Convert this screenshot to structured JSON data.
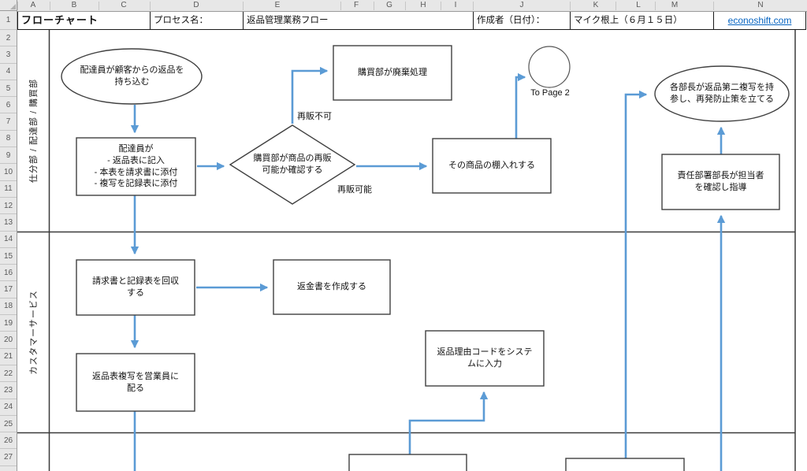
{
  "spreadsheet": {
    "column_headers": [
      "A",
      "B",
      "C",
      "D",
      "E",
      "F",
      "G",
      "H",
      "I",
      "J",
      "K",
      "L",
      "M",
      "N"
    ],
    "row_headers": [
      "1",
      "2",
      "3",
      "4",
      "5",
      "6",
      "7",
      "8",
      "9",
      "10",
      "11",
      "12",
      "13",
      "14",
      "15",
      "16",
      "17",
      "18",
      "19",
      "20",
      "21",
      "22",
      "23",
      "24",
      "25",
      "26",
      "27"
    ],
    "title_bar": {
      "title": "フローチャート",
      "process_label": "プロセス名：",
      "process_name": "返品管理業務フロー",
      "author_label": "作成者（日付）：",
      "author_value": "マイク根上（６月１５日）",
      "link": "econoshift.com"
    }
  },
  "lanes": {
    "lane1_label": "仕分部 / 配達部 / 購買部",
    "lane2_label": "カスタマーサービス"
  },
  "flowchart": {
    "start": "配達員が顧客からの返品を\n持ち込む",
    "tasks": "配達員が\n- 返品表に記入\n- 本表を請求書に添付\n- 複写を記録表に添付",
    "decision": "購買部が商品の再販\n可能か確認する",
    "decision_no": "再販不可",
    "decision_yes": "再販可能",
    "disposal": "購買部が廃棄処理",
    "to_page_2": "To Page 2",
    "shelve": "その商品の棚入れする",
    "managers": "各部長が返品第二複写を持\n参し、再発防止策を立てる",
    "chief": "責任部署部長が担当者\nを確認し指導",
    "collect": "請求書と記録表を回収\nする",
    "refund": "返金書を作成する",
    "reason_code": "返品理由コードをシステ\nムに入力",
    "distribute": "返品表複写を営業員に\n配る"
  },
  "colors": {
    "arrow_blue": "#5b9bd5",
    "link_blue": "#0563c1",
    "shape_border": "#404040",
    "frame": "#3a3a3a"
  }
}
